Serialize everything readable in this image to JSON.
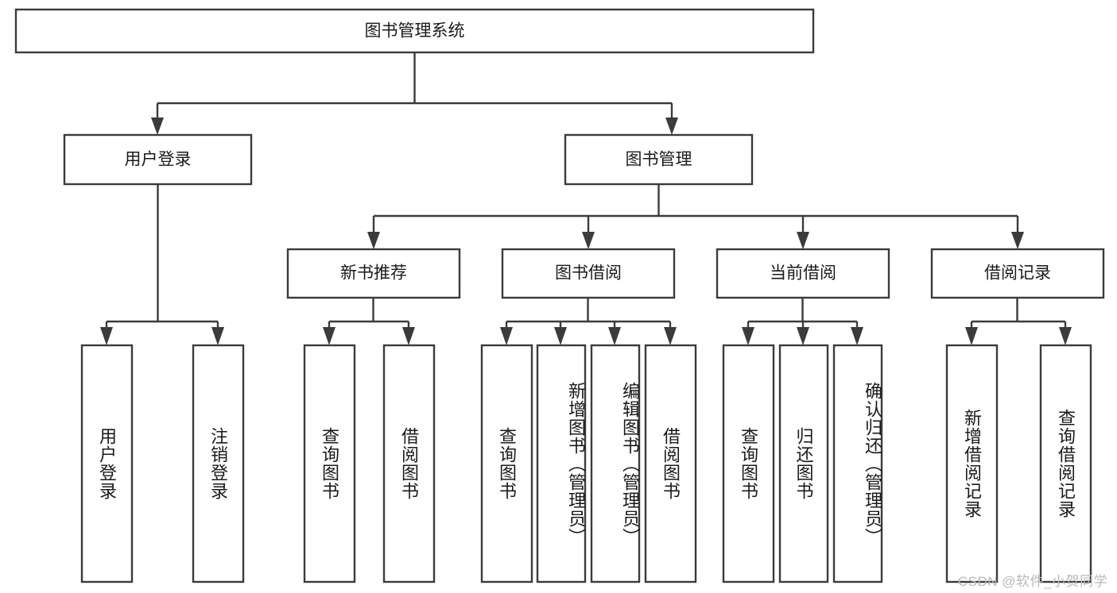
{
  "diagram": {
    "type": "tree",
    "title": "图书管理系统",
    "orientation": "top-down",
    "background_color": "#ffffff",
    "box_stroke_color": "#3b3b3b",
    "box_fill_color": "#ffffff",
    "text_color": "#1a1a1a",
    "root": {
      "id": "root",
      "label": "图书管理系统",
      "orientation": "horizontal"
    },
    "level2": [
      {
        "id": "user-login",
        "label": "用户登录",
        "orientation": "horizontal"
      },
      {
        "id": "book-management",
        "label": "图书管理",
        "orientation": "horizontal"
      }
    ],
    "level3": [
      {
        "id": "new-book-recommend",
        "label": "新书推荐",
        "orientation": "horizontal",
        "parent": "book-management"
      },
      {
        "id": "book-borrow",
        "label": "图书借阅",
        "orientation": "horizontal",
        "parent": "book-management"
      },
      {
        "id": "current-borrow",
        "label": "当前借阅",
        "orientation": "horizontal",
        "parent": "book-management"
      },
      {
        "id": "borrow-record",
        "label": "借阅记录",
        "orientation": "horizontal",
        "parent": "book-management"
      }
    ],
    "leaves": [
      {
        "id": "leaf-user-login",
        "label": "用户登录",
        "orientation": "vertical",
        "parent": "user-login"
      },
      {
        "id": "leaf-logout-login",
        "label": "注销登录",
        "orientation": "vertical",
        "parent": "user-login"
      },
      {
        "id": "leaf-query-book-1",
        "label": "查询图书",
        "orientation": "vertical",
        "parent": "new-book-recommend"
      },
      {
        "id": "leaf-borrow-book-1",
        "label": "借阅图书",
        "orientation": "vertical",
        "parent": "new-book-recommend"
      },
      {
        "id": "leaf-query-book-2",
        "label": "查询图书",
        "orientation": "vertical",
        "parent": "book-borrow"
      },
      {
        "id": "leaf-add-book",
        "label": "新增图书（管理员）",
        "orientation": "vertical",
        "parent": "book-borrow"
      },
      {
        "id": "leaf-edit-book",
        "label": "编辑图书（管理员）",
        "orientation": "vertical",
        "parent": "book-borrow"
      },
      {
        "id": "leaf-borrow-book-2",
        "label": "借阅图书",
        "orientation": "vertical",
        "parent": "book-borrow"
      },
      {
        "id": "leaf-query-book-3",
        "label": "查询图书",
        "orientation": "vertical",
        "parent": "current-borrow"
      },
      {
        "id": "leaf-return-book",
        "label": "归还图书",
        "orientation": "vertical",
        "parent": "current-borrow"
      },
      {
        "id": "leaf-confirm-return",
        "label": "确认归还（管理员）",
        "orientation": "vertical",
        "parent": "current-borrow"
      },
      {
        "id": "leaf-add-record",
        "label": "新增借阅记录",
        "orientation": "vertical",
        "parent": "borrow-record"
      },
      {
        "id": "leaf-query-record",
        "label": "查询借阅记录",
        "orientation": "vertical",
        "parent": "borrow-record"
      }
    ]
  },
  "watermark": {
    "text": "CSDN @软件_小贺同学",
    "color": "#b9b9b9"
  }
}
